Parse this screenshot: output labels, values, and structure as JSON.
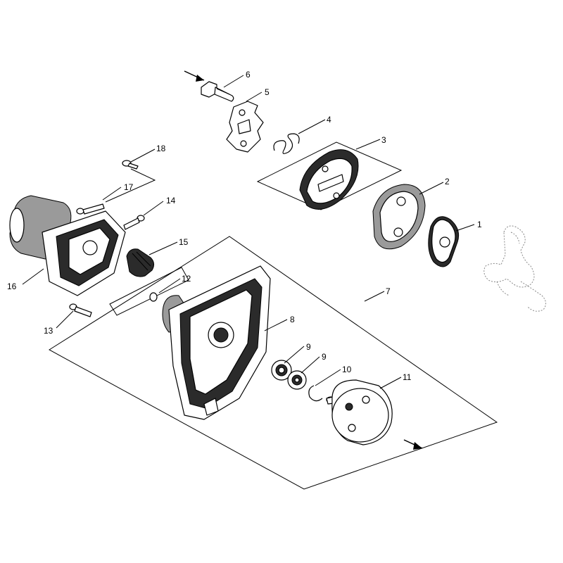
{
  "callouts": [
    {
      "id": "c1",
      "label": "1"
    },
    {
      "id": "c2",
      "label": "2"
    },
    {
      "id": "c3",
      "label": "3"
    },
    {
      "id": "c4",
      "label": "4"
    },
    {
      "id": "c5",
      "label": "5"
    },
    {
      "id": "c6",
      "label": "6"
    },
    {
      "id": "c7",
      "label": "7"
    },
    {
      "id": "c8",
      "label": "8"
    },
    {
      "id": "c9a",
      "label": "9"
    },
    {
      "id": "c9b",
      "label": "9"
    },
    {
      "id": "c10",
      "label": "10"
    },
    {
      "id": "c11",
      "label": "11"
    },
    {
      "id": "c12",
      "label": "12"
    },
    {
      "id": "c13",
      "label": "13"
    },
    {
      "id": "c14",
      "label": "14"
    },
    {
      "id": "c15",
      "label": "15"
    },
    {
      "id": "c16",
      "label": "16"
    },
    {
      "id": "c17",
      "label": "17"
    },
    {
      "id": "c18",
      "label": "18"
    }
  ],
  "colors": {
    "line": "#000000",
    "ghost": "#888888",
    "dark": "#2b2b2b",
    "grey": "#9a9a9a"
  }
}
